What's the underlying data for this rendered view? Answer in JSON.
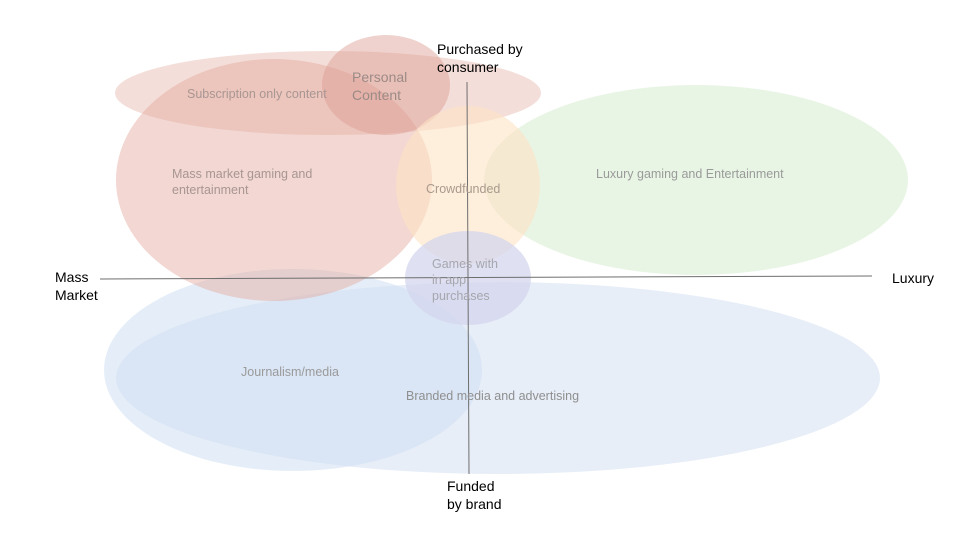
{
  "axes": {
    "top_label": [
      "Purchased by",
      "consumer"
    ],
    "bottom_label": [
      "Funded",
      "by brand"
    ],
    "left_label": [
      "Mass",
      "Market"
    ],
    "right_label": [
      "Luxury"
    ]
  },
  "regions": [
    {
      "key": "branded",
      "lines": [
        "Branded media and advertising"
      ],
      "color": "#c9d9f0",
      "text_color": "#8f8f8f"
    },
    {
      "key": "journalism",
      "lines": [
        "Journalism/media"
      ],
      "color": "#cfe0f3",
      "text_color": "#9a9a9a"
    },
    {
      "key": "luxury",
      "lines": [
        "Luxury gaming and Entertainment"
      ],
      "color": "#d5eccd",
      "text_color": "#9a9a9a"
    },
    {
      "key": "massmarket",
      "lines": [
        "Mass market gaming and",
        "entertainment"
      ],
      "color": "#e3a79b",
      "text_color": "#a89692"
    },
    {
      "key": "subscription",
      "lines": [
        "Subscription only content"
      ],
      "color": "#e3a79b",
      "text_color": "#a89692"
    },
    {
      "key": "personal",
      "lines": [
        "Personal",
        "Content"
      ],
      "color": "#dc9b90",
      "text_color": "#9c8a86"
    },
    {
      "key": "crowdfunded",
      "lines": [
        "Crowdfunded"
      ],
      "color": "#fde3c4",
      "text_color": "#a89a8c"
    },
    {
      "key": "inapp",
      "lines": [
        "Games with",
        "in app",
        "purchases"
      ],
      "color": "#d4d6ee",
      "text_color": "#a6a6ad"
    }
  ],
  "colors": {
    "axis_line": "#6e6e6e",
    "axis_text": "#000000"
  }
}
